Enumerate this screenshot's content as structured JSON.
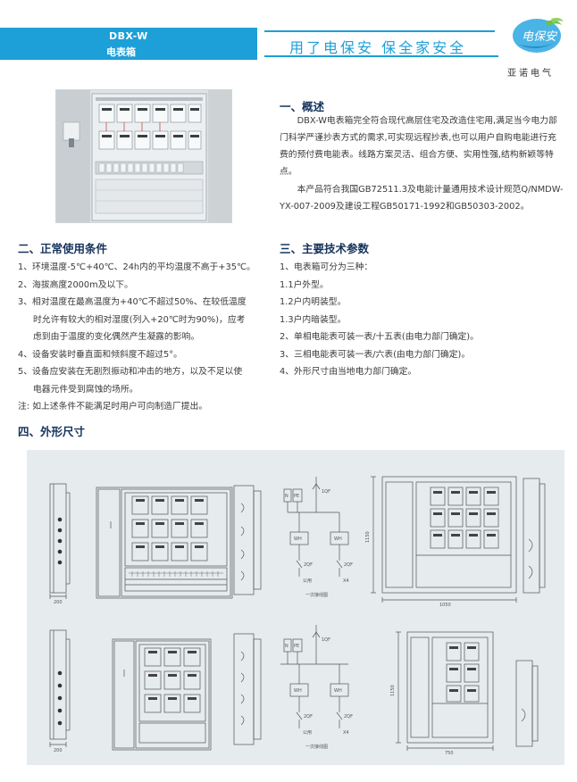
{
  "header": {
    "model": "DBX-W",
    "product_name": "电表箱",
    "slogan": "用了电保安    保全家安全",
    "logo_text": "电保安",
    "brand": "亚诺电气"
  },
  "overview": {
    "heading": "一、概述",
    "paragraphs": [
      "DBX-W电表箱完全符合现代高层住宅及改造住宅用,满足当今电力部门科学严谨抄表方式的需求,可实现远程抄表,也可以用户自购电能进行充费的预付费电能表。线路方案灵活、组合方便、实用性强,结构新颖等特点。",
      "本产品符合我国GB72511.3及电能计量通用技术设计规范Q/NMDW-YX-007-2009及建设工程GB50171-1992和GB50303-2002。"
    ]
  },
  "conditions": {
    "heading": "二、正常使用条件",
    "items": [
      {
        "label": "1、环境温度-5℃+40℃、24h内的平均温度不高于+35℃。",
        "cont": ""
      },
      {
        "label": "2、海拔高度2000m及以下。",
        "cont": ""
      },
      {
        "label": "3、相对温度在最高温度为+40℃不超过50%、在较低温度",
        "cont": "时允许有较大的相对湿度(列入+20℃时为90%)，应考"
      },
      {
        "label": "",
        "cont": "虑到由于温度的变化偶然产生凝露的影响。"
      },
      {
        "label": "4、设备安装时垂直面和倾斜度不超过5°。",
        "cont": ""
      },
      {
        "label": "5、设备应安装在无剧烈振动和冲击的地方，以及不足以使",
        "cont": "电器元件受到腐蚀的场所。"
      }
    ],
    "note": "注: 如上述条件不能满足时用户可向制造厂提出。"
  },
  "specs": {
    "heading": "三、主要技术参数",
    "items": [
      "1、电表箱可分为三种：",
      "1.1户外型。",
      "1.2户内明装型。",
      "1.3户内暗装型。",
      "2、单相电能表可装一表/十五表(由电力部门确定)。",
      "3、三相电能表可装一表/六表(由电力部门确定)。",
      "4、外形尺寸由当地电力部门确定。"
    ]
  },
  "dimensions": {
    "heading": "四、外形尺寸",
    "labels": {
      "depth_top": "200",
      "depth_bottom": "200",
      "height_top": "1150",
      "height_bottom": "1150",
      "width_top": "1050",
      "width_bottom": "750",
      "breaker_main": "1QF",
      "breaker_branch": "2QF",
      "meter": "WH",
      "n_label": "N",
      "pe_label": "PE",
      "public": "公用",
      "x4": "X4",
      "diagram_caption": "一次接线图"
    }
  },
  "colors": {
    "accent": "#1d9fd8",
    "heading": "#16335c",
    "drawing_bg": "#e6ebee"
  }
}
